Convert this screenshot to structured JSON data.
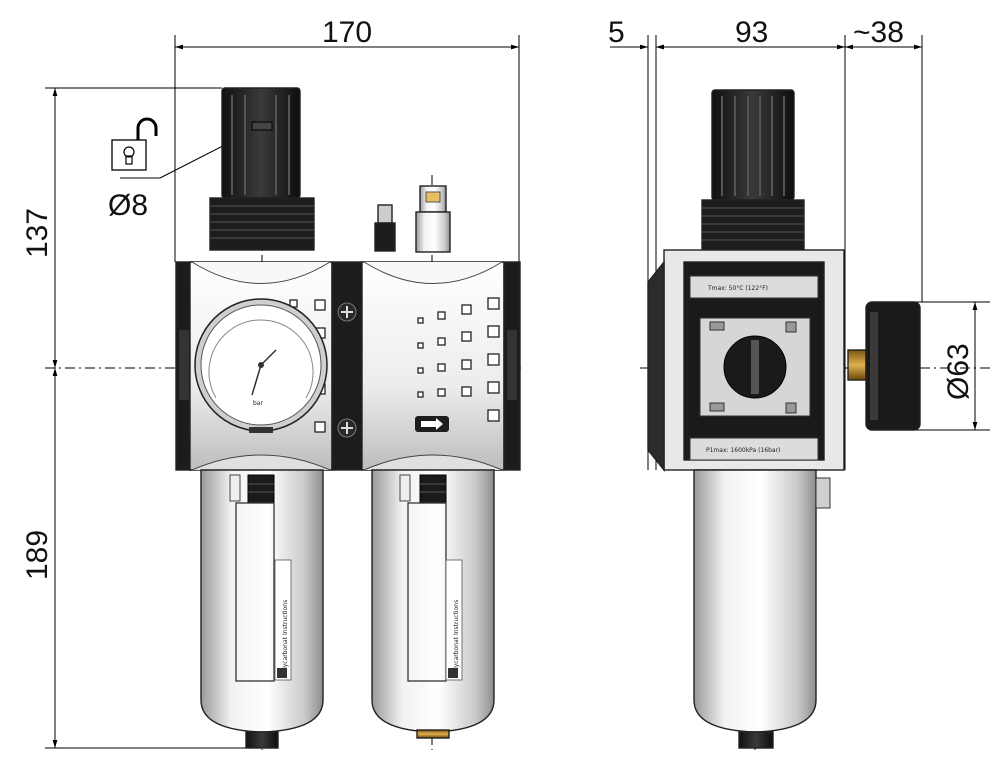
{
  "dimensions": {
    "width_overall": "170",
    "height_top": "137",
    "height_bottom": "189",
    "offset_left": "5",
    "depth_body": "93",
    "gauge_projection": "~38",
    "gauge_diameter": "Ø63",
    "lock_hole_diameter": "Ø8"
  },
  "labels": {
    "bowl_text_left": "Polycarbonat Instructions",
    "bowl_text_right": "Polycarbonat Instructions",
    "plate_top": "Tmax: 50°C (122°F)",
    "plate_bottom": "P1max: 1600kPa (16bar)"
  },
  "colors": {
    "line": "#000000",
    "dark": "#1a1a1a",
    "metal": "#d9d9d9",
    "brass": "#b8862b"
  },
  "icons": [
    "padlock-open-icon",
    "plus-icon",
    "arrow-right-icon"
  ]
}
